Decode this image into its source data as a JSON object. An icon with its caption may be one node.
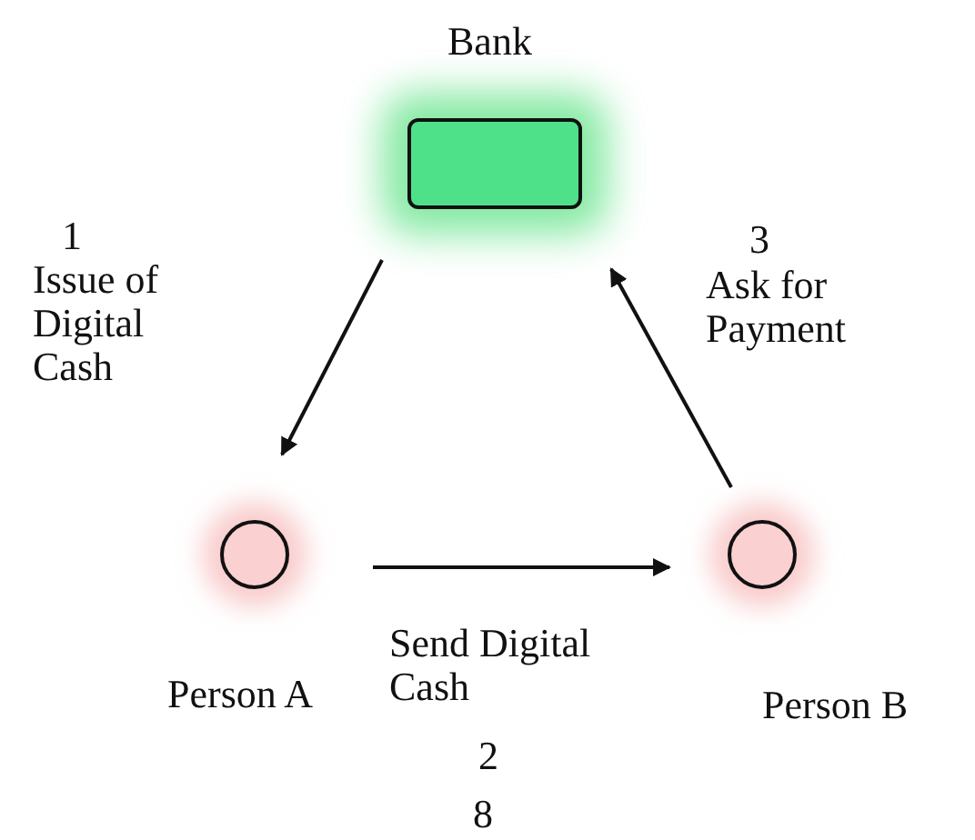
{
  "diagram": {
    "nodes": [
      {
        "text": [
          "Bank"
        ]
      },
      {
        "text": [
          "Person A"
        ]
      },
      {
        "text": [
          "Person B"
        ]
      }
    ],
    "edges": [
      {
        "from": 0,
        "to": 1,
        "arrow": "to",
        "label": "Issue of Digital Cash"
      },
      {
        "from": 1,
        "to": 2,
        "arrow": "to",
        "label": "Send Digital Cash"
      },
      {
        "from": 2,
        "to": 0,
        "arrow": "to",
        "label": "Ask for Payment"
      }
    ],
    "labels": [
      "1",
      "3",
      "2",
      "8"
    ]
  }
}
